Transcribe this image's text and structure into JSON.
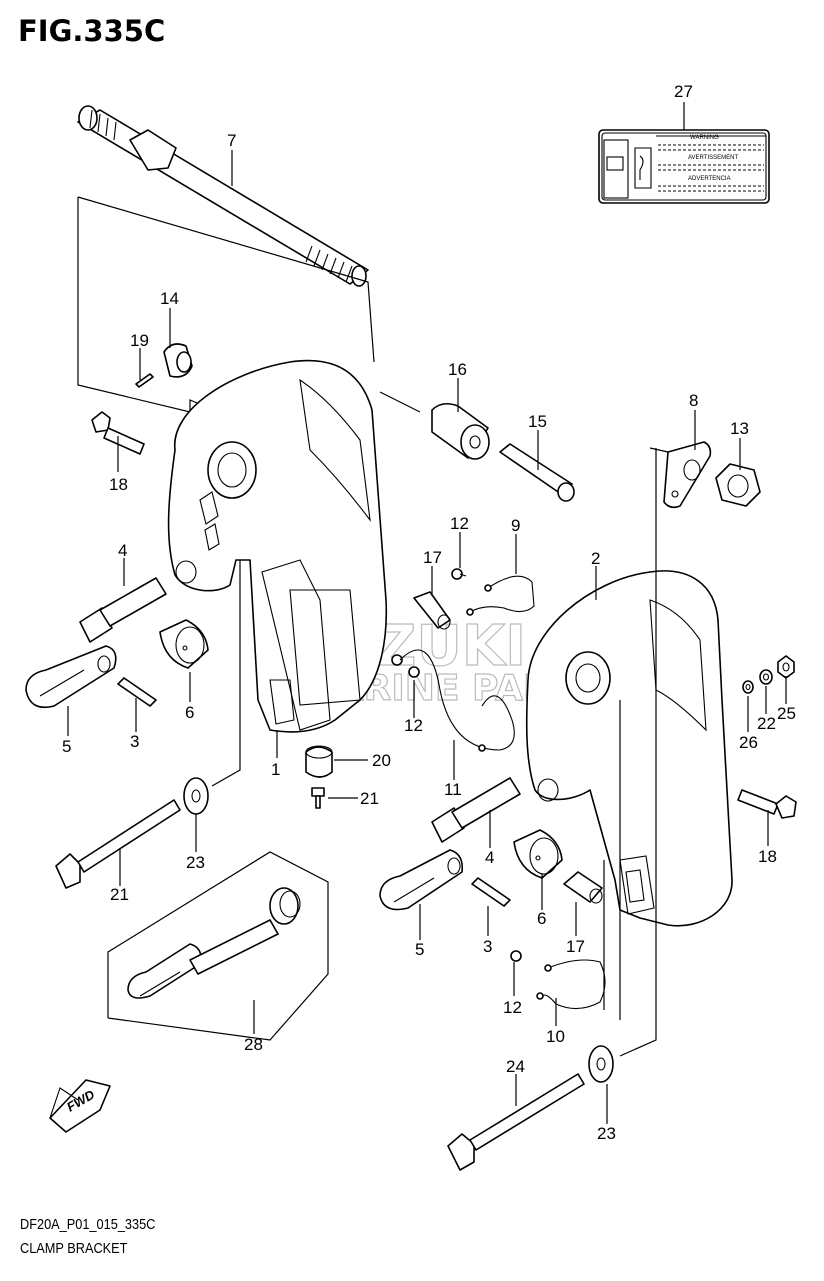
{
  "figure": {
    "title": "FIG.335C",
    "code": "DF20A_P01_015_335C",
    "name": "CLAMP BRACKET"
  },
  "label_plate": {
    "lines": [
      "WARNING",
      "AVERTISSEMENT",
      "ADVERTENCIA"
    ]
  },
  "watermark": {
    "line1": "SUZUKI",
    "line2": "MARINE PARTS"
  },
  "fwd_arrow": {
    "text": "FWD"
  },
  "callouts": [
    {
      "id": "c27",
      "text": "27"
    },
    {
      "id": "c7",
      "text": "7"
    },
    {
      "id": "c14",
      "text": "14"
    },
    {
      "id": "c19",
      "text": "19"
    },
    {
      "id": "c18a",
      "text": "18"
    },
    {
      "id": "c16",
      "text": "16"
    },
    {
      "id": "c15",
      "text": "15"
    },
    {
      "id": "c8",
      "text": "8"
    },
    {
      "id": "c13",
      "text": "13"
    },
    {
      "id": "c12a",
      "text": "12"
    },
    {
      "id": "c9",
      "text": "9"
    },
    {
      "id": "c17a",
      "text": "17"
    },
    {
      "id": "c2",
      "text": "2"
    },
    {
      "id": "c4a",
      "text": "4"
    },
    {
      "id": "c6a",
      "text": "6"
    },
    {
      "id": "c5a",
      "text": "5"
    },
    {
      "id": "c3a",
      "text": "3"
    },
    {
      "id": "c1",
      "text": "1"
    },
    {
      "id": "c20",
      "text": "20"
    },
    {
      "id": "c21a",
      "text": "21"
    },
    {
      "id": "c12b",
      "text": "12"
    },
    {
      "id": "c11",
      "text": "11"
    },
    {
      "id": "c26",
      "text": "26"
    },
    {
      "id": "c22",
      "text": "22"
    },
    {
      "id": "c25",
      "text": "25"
    },
    {
      "id": "c18b",
      "text": "18"
    },
    {
      "id": "c23a",
      "text": "23"
    },
    {
      "id": "c21b",
      "text": "21"
    },
    {
      "id": "c4b",
      "text": "4"
    },
    {
      "id": "c6b",
      "text": "6"
    },
    {
      "id": "c5b",
      "text": "5"
    },
    {
      "id": "c3b",
      "text": "3"
    },
    {
      "id": "c17b",
      "text": "17"
    },
    {
      "id": "c12c",
      "text": "12"
    },
    {
      "id": "c10",
      "text": "10"
    },
    {
      "id": "c28",
      "text": "28"
    },
    {
      "id": "c24",
      "text": "24"
    },
    {
      "id": "c23b",
      "text": "23"
    }
  ]
}
